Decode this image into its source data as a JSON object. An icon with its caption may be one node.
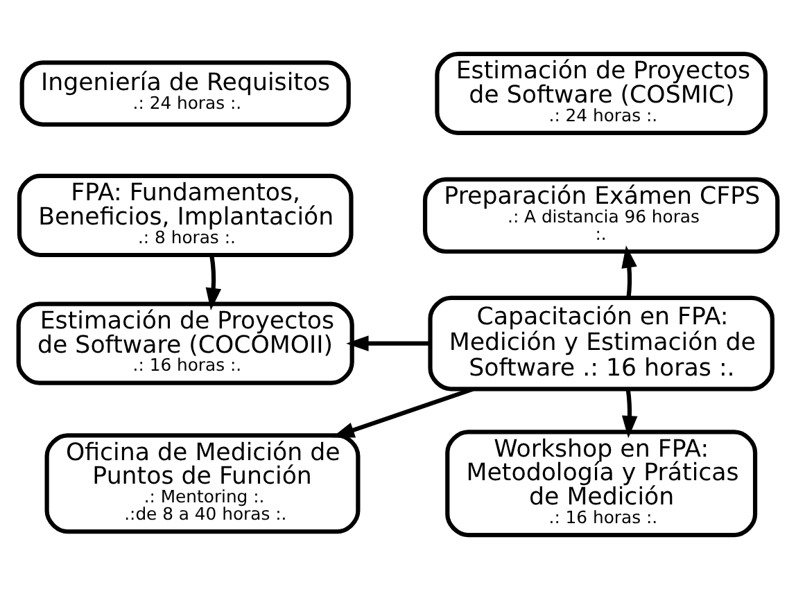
{
  "diagram": {
    "nodes": [
      {
        "text": [
          "Ingeniería de Requisitos",
          ".: 24 horas :."
        ]
      },
      {
        "text": [
          "Estimación de Proyectos de Software (COSMIC)",
          ".: 24 horas :."
        ]
      },
      {
        "text": [
          "FPA: Fundamentos, Beneficios, Implantación",
          ".: 8 horas :."
        ]
      },
      {
        "text": [
          "Preparación Exámen CFPS",
          ".: A distancia 96 horas :."
        ]
      },
      {
        "text": [
          "Estimación de Proyectos de Software (COCOMOII)",
          ".: 16 horas :."
        ]
      },
      {
        "text": [
          "Capacitación en FPA: Medición y Estimación de Software .: 16 horas :."
        ]
      },
      {
        "text": [
          "Oficina de Medición de Puntos de Función",
          ".: Mentoring :.",
          ".:de 8 a 40 horas :."
        ]
      },
      {
        "text": [
          "Workshop en FPA: Metodología y Práticas de Medición",
          ".: 16 horas :."
        ]
      }
    ],
    "edges": [
      {
        "from": 2,
        "to": 4,
        "arrow": "to"
      },
      {
        "from": 5,
        "to": 3,
        "arrow": "to"
      },
      {
        "from": 5,
        "to": 4,
        "arrow": "to"
      },
      {
        "from": 5,
        "to": 6,
        "arrow": "to"
      },
      {
        "from": 5,
        "to": 7,
        "arrow": "to"
      }
    ]
  }
}
